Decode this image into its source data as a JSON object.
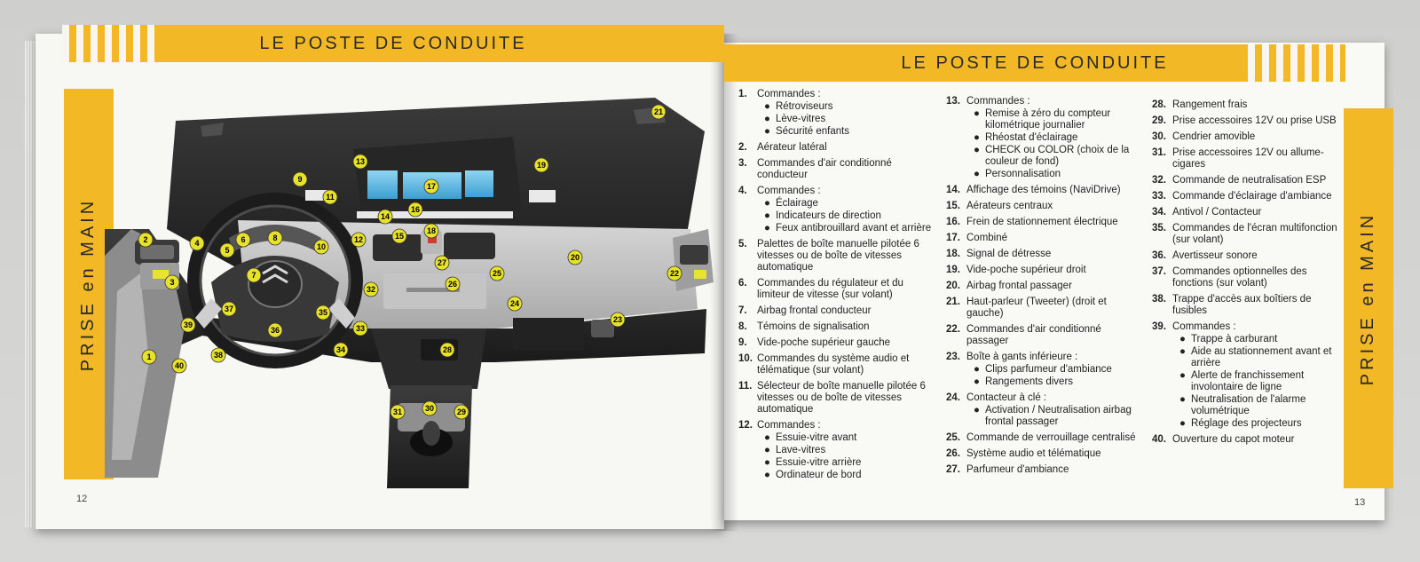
{
  "header": {
    "title_left": "LE POSTE DE CONDUITE",
    "title_right": "LE POSTE DE CONDUITE"
  },
  "side_tab": {
    "left": "PRISE en MAIN",
    "right": "PRISE en MAIN"
  },
  "page_numbers": {
    "left": "12",
    "right": "13"
  },
  "callouts": [
    "1",
    "2",
    "3",
    "4",
    "5",
    "6",
    "7",
    "8",
    "9",
    "11",
    "10",
    "12",
    "13",
    "14",
    "15",
    "16",
    "17",
    "18",
    "19",
    "20",
    "21",
    "22",
    "23",
    "24",
    "25",
    "26",
    "27",
    "28",
    "29",
    "30",
    "31",
    "32",
    "33",
    "34",
    "35",
    "36",
    "37",
    "38",
    "39",
    "40"
  ],
  "legend": {
    "col1": [
      {
        "num": "1.",
        "text": "Commandes :",
        "subs": [
          "Rétroviseurs",
          "Lève-vitres",
          "Sécurité enfants"
        ]
      },
      {
        "num": "2.",
        "text": "Aérateur latéral"
      },
      {
        "num": "3.",
        "text": "Commandes d'air conditionné conducteur"
      },
      {
        "num": "4.",
        "text": "Commandes :",
        "subs": [
          "Éclairage",
          "Indicateurs de direction",
          "Feux antibrouillard avant et arrière"
        ]
      },
      {
        "num": "5.",
        "text": "Palettes de boîte manuelle pilotée 6 vitesses ou de boîte de vitesses automatique"
      },
      {
        "num": "6.",
        "text": "Commandes du régulateur et du limiteur de vitesse (sur volant)"
      },
      {
        "num": "7.",
        "text": "Airbag frontal conducteur"
      },
      {
        "num": "8.",
        "text": "Témoins de signalisation"
      },
      {
        "num": "9.",
        "text": "Vide-poche supérieur gauche"
      },
      {
        "num": "10.",
        "text": "Commandes du système audio et télématique (sur volant)"
      },
      {
        "num": "11.",
        "text": "Sélecteur de boîte manuelle pilotée 6 vitesses ou de boîte de vitesses automatique"
      },
      {
        "num": "12.",
        "text": "Commandes :",
        "subs": [
          "Essuie-vitre avant",
          "Lave-vitres",
          "Essuie-vitre arrière",
          "Ordinateur de bord"
        ]
      }
    ],
    "col2": [
      {
        "num": "13.",
        "text": "Commandes :",
        "subs": [
          "Remise à zéro du compteur kilométrique journalier",
          "Rhéostat d'éclairage",
          "CHECK ou COLOR (choix de la couleur de fond)",
          "Personnalisation"
        ]
      },
      {
        "num": "14.",
        "text": "Affichage des témoins (NaviDrive)"
      },
      {
        "num": "15.",
        "text": "Aérateurs centraux"
      },
      {
        "num": "16.",
        "text": "Frein de stationnement électrique"
      },
      {
        "num": "17.",
        "text": "Combiné"
      },
      {
        "num": "18.",
        "text": "Signal de détresse"
      },
      {
        "num": "19.",
        "text": "Vide-poche supérieur droit"
      },
      {
        "num": "20.",
        "text": "Airbag frontal passager"
      },
      {
        "num": "21.",
        "text": "Haut-parleur (Tweeter) (droit et gauche)"
      },
      {
        "num": "22.",
        "text": "Commandes d'air conditionné passager"
      },
      {
        "num": "23.",
        "text": "Boîte à gants inférieure :",
        "subs": [
          "Clips parfumeur d'ambiance",
          "Rangements divers"
        ]
      },
      {
        "num": "24.",
        "text": "Contacteur à clé :",
        "subs": [
          "Activation / Neutralisation airbag frontal passager"
        ]
      },
      {
        "num": "25.",
        "text": "Commande de verrouillage centralisé"
      },
      {
        "num": "26.",
        "text": "Système audio et télématique"
      },
      {
        "num": "27.",
        "text": "Parfumeur d'ambiance"
      }
    ],
    "col3": [
      {
        "num": "28.",
        "text": "Rangement frais"
      },
      {
        "num": "29.",
        "text": "Prise accessoires 12V ou prise USB"
      },
      {
        "num": "30.",
        "text": "Cendrier amovible"
      },
      {
        "num": "31.",
        "text": "Prise accessoires 12V ou allume-cigares"
      },
      {
        "num": "32.",
        "text": "Commande de neutralisation ESP"
      },
      {
        "num": "33.",
        "text": "Commande d'éclairage d'ambiance"
      },
      {
        "num": "34.",
        "text": "Antivol / Contacteur"
      },
      {
        "num": "35.",
        "text": "Commandes de l'écran multifonction (sur volant)"
      },
      {
        "num": "36.",
        "text": "Avertisseur sonore"
      },
      {
        "num": "37.",
        "text": "Commandes optionnelles des fonctions (sur volant)"
      },
      {
        "num": "38.",
        "text": "Trappe d'accès aux boîtiers de fusibles"
      },
      {
        "num": "39.",
        "text": "Commandes :",
        "subs": [
          "Trappe à carburant",
          "Aide au stationnement avant et arrière",
          "Alerte de franchissement involontaire de ligne",
          "Neutralisation de l'alarme volumétrique",
          "Réglage des projecteurs"
        ]
      },
      {
        "num": "40.",
        "text": "Ouverture du capot moteur"
      }
    ]
  }
}
